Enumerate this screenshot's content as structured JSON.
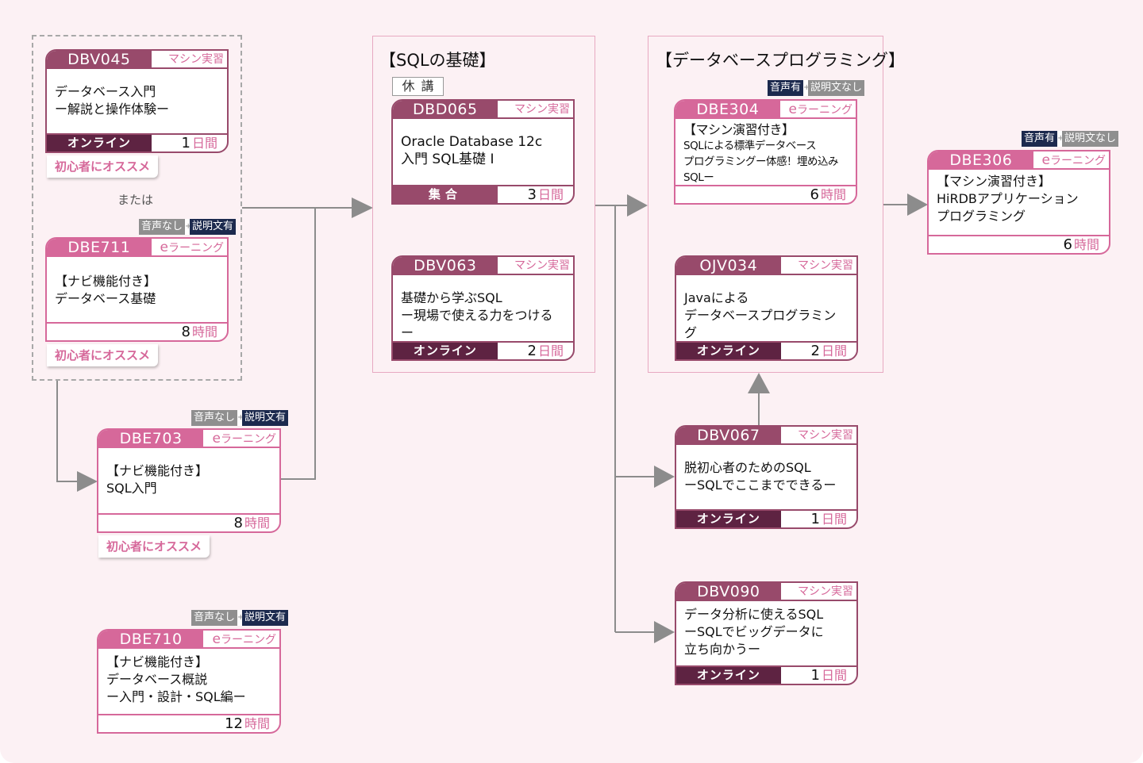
{
  "groups": {
    "sql_basics": {
      "title": "【SQLの基礎】",
      "closed_label": "休講"
    },
    "db_programming": {
      "title": "【データベースプログラミング】"
    }
  },
  "or_label": "または",
  "recommend_label": "初心者にオススメ",
  "colors": {
    "machine": "#984a6b",
    "elearning": "#d6689a",
    "online": "#5e2342",
    "background": "#fcf1f4",
    "arrow": "#8c8c8c"
  },
  "courses": {
    "dbv045": {
      "code": "DBV045",
      "type": "マシン実習",
      "title_lines": [
        "データベース入門",
        "ー解説と操作体験ー"
      ],
      "mode": "オンライン",
      "duration": "1",
      "unit": "日間"
    },
    "dbe711": {
      "code": "DBE711",
      "type_prefix": "e",
      "type": "ラーニング",
      "title_lines": [
        "【ナビ機能付き】",
        "データベース基礎"
      ],
      "duration": "8",
      "unit": "時間",
      "badge": [
        "音声なし",
        "+",
        "説明文有"
      ]
    },
    "dbe703": {
      "code": "DBE703",
      "type_prefix": "e",
      "type": "ラーニング",
      "title_lines": [
        "【ナビ機能付き】",
        "SQL入門"
      ],
      "duration": "8",
      "unit": "時間",
      "badge": [
        "音声なし",
        "+",
        "説明文有"
      ]
    },
    "dbe710": {
      "code": "DBE710",
      "type_prefix": "e",
      "type": "ラーニング",
      "title_lines": [
        "【ナビ機能付き】",
        "データベース概説",
        "ー入門・設計・SQL編ー"
      ],
      "duration": "12",
      "unit": "時間",
      "badge": [
        "音声なし",
        "+",
        "説明文有"
      ]
    },
    "dbd065": {
      "code": "DBD065",
      "type": "マシン実習",
      "title_lines": [
        "Oracle Database 12c",
        "入門 SQL基礎 Ⅰ"
      ],
      "mode": "集合",
      "duration": "3",
      "unit": "日間"
    },
    "dbv063": {
      "code": "DBV063",
      "type": "マシン実習",
      "title_lines": [
        "基礎から学ぶSQL",
        "ー現場で使える力をつけるー"
      ],
      "mode": "オンライン",
      "duration": "2",
      "unit": "日間"
    },
    "dbe304": {
      "code": "DBE304",
      "type_prefix": "e",
      "type": "ラーニング",
      "title_lines": [
        "【マシン演習付き】",
        "SQLによる標準データベース",
        "プログラミングー体感！埋め込みSQLー"
      ],
      "duration": "6",
      "unit": "時間",
      "badge": [
        "音声有",
        "+",
        "説明文なし"
      ]
    },
    "ojv034": {
      "code": "OJV034",
      "type": "マシン実習",
      "title_lines": [
        "Javaによる",
        "データベースプログラミング"
      ],
      "mode": "オンライン",
      "duration": "2",
      "unit": "日間"
    },
    "dbv067": {
      "code": "DBV067",
      "type": "マシン実習",
      "title_lines": [
        "脱初心者のためのSQL",
        "ーSQLでここまでできるー"
      ],
      "mode": "オンライン",
      "duration": "1",
      "unit": "日間"
    },
    "dbv090": {
      "code": "DBV090",
      "type": "マシン実習",
      "title_lines": [
        "データ分析に使えるSQL",
        "ーSQLでビッグデータに",
        "立ち向かうー"
      ],
      "mode": "オンライン",
      "duration": "1",
      "unit": "日間"
    },
    "dbe306": {
      "code": "DBE306",
      "type_prefix": "e",
      "type": "ラーニング",
      "title_lines": [
        "【マシン演習付き】",
        "HiRDBアプリケーション",
        "プログラミング"
      ],
      "duration": "6",
      "unit": "時間",
      "badge": [
        "音声有",
        "+",
        "説明文なし"
      ]
    }
  }
}
